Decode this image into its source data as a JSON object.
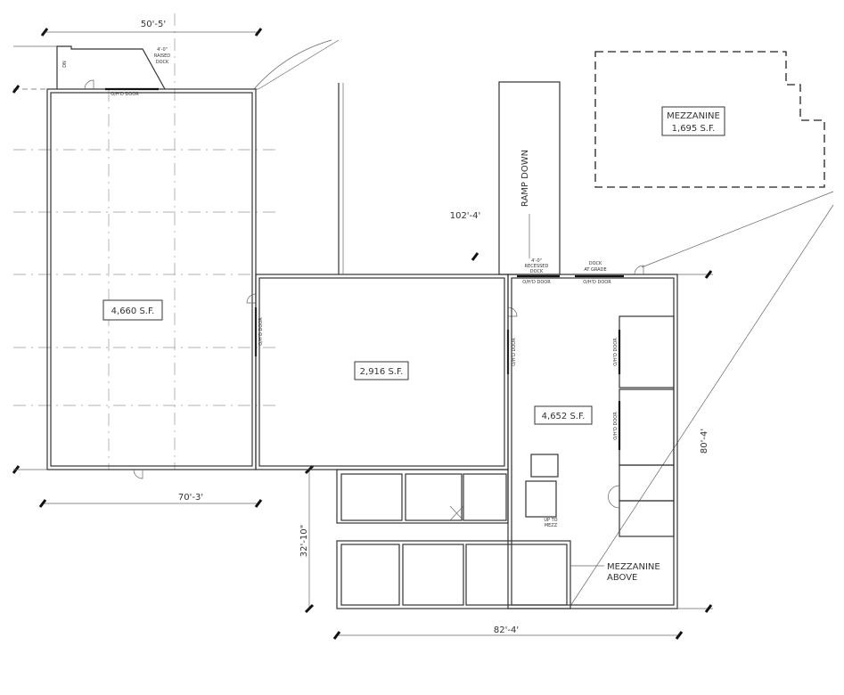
{
  "dimensions": {
    "top_width": "50'-5'",
    "overall_length": "102'-4'",
    "left_bottom": "70'-3'",
    "right_height": "80'-4'",
    "office_height": "32'-10\"",
    "bottom_width": "82'-4'"
  },
  "areas": {
    "left": "4,660 S.F.",
    "middle": "2,916 S.F.",
    "right": "4,652 S.F.",
    "mezzanine_title": "MEZZANINE",
    "mezzanine_area": "1,695 S.F."
  },
  "labels": {
    "ramp": "RAMP DOWN",
    "raised_dock_1": "4'-0\"",
    "raised_dock_2": "RAISED",
    "raised_dock_3": "DOCK",
    "recessed_dock_1": "4'-0\"",
    "recessed_dock_2": "RECESSED",
    "recessed_dock_3": "DOCK",
    "grade_dock_1": "DOCK",
    "grade_dock_2": "AT GRADE",
    "ohd_door": "O/H'D DOOR",
    "dn": "DN",
    "up_mezz_1": "UP TO",
    "up_mezz_2": "MEZZ",
    "mezz_above_1": "MEZZANINE",
    "mezz_above_2": "ABOVE"
  }
}
